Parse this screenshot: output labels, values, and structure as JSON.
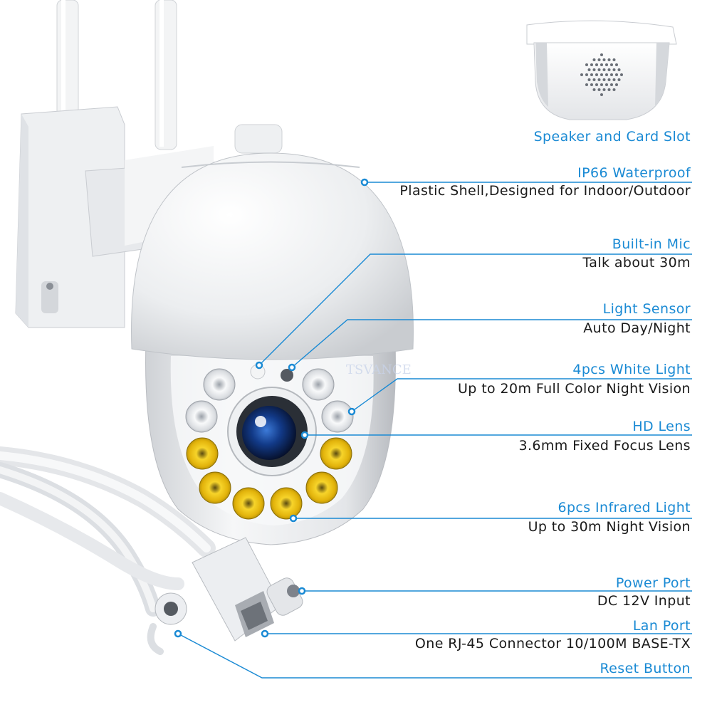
{
  "features": [
    {
      "id": "speaker",
      "title": "Speaker and Card Slot"
    },
    {
      "id": "waterproof",
      "title": "IP66 Waterproof",
      "desc": "Plastic Shell,Designed for Indoor/Outdoor"
    },
    {
      "id": "mic",
      "title": "Built-in Mic",
      "desc": "Talk about 30m"
    },
    {
      "id": "sensor",
      "title": "Light Sensor",
      "desc": "Auto Day/Night"
    },
    {
      "id": "white-light",
      "title": "4pcs White Light",
      "desc": "Up to 20m Full Color Night Vision"
    },
    {
      "id": "lens",
      "title": "HD Lens",
      "desc": "3.6mm Fixed Focus Lens"
    },
    {
      "id": "infrared",
      "title": "6pcs Infrared Light",
      "desc": "Up to 30m Night Vision"
    },
    {
      "id": "power",
      "title": "Power Port",
      "desc": "DC 12V Input"
    },
    {
      "id": "lan",
      "title": "Lan Port",
      "desc": "One RJ-45 Connector 10/100M BASE-TX"
    },
    {
      "id": "reset",
      "title": "Reset Button"
    }
  ],
  "watermark": "TSVANCE",
  "colors": {
    "accent": "#1a8ad4",
    "text": "#1a1a1a",
    "ir_led": "#f2c40f"
  }
}
